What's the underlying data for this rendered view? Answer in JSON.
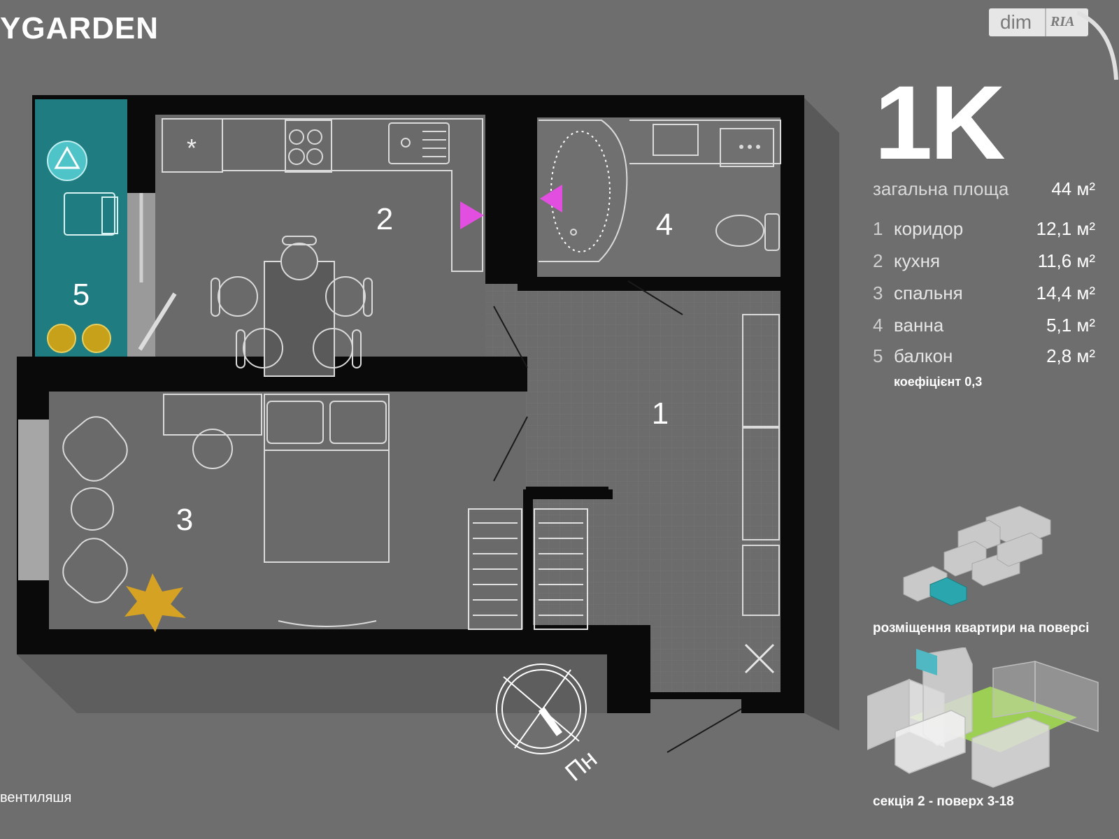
{
  "brand": "YGARDEN",
  "watermark": {
    "left": "dim",
    "right": "RIA"
  },
  "apartment": {
    "type": "1K",
    "total_label": "загальна площа",
    "total_value": "44 м²",
    "rooms": [
      {
        "num": "1",
        "label": "коридор",
        "area": "12,1 м²"
      },
      {
        "num": "2",
        "label": "кухня",
        "area": "11,6 м²"
      },
      {
        "num": "3",
        "label": "спальня",
        "area": "14,4 м²"
      },
      {
        "num": "4",
        "label": "ванна",
        "area": "5,1 м²"
      },
      {
        "num": "5",
        "label": "балкон",
        "area": "2,8 м²"
      }
    ],
    "coefficient": "коефіцієнт 0,3"
  },
  "plan_labels": {
    "r1": "1",
    "r2": "2",
    "r3": "3",
    "r4": "4",
    "r5": "5"
  },
  "north_label": "Пн",
  "floor_location_caption": "розміщення квартири на поверсі",
  "section_caption": "секція 2 - поверх 3-18",
  "vent_label": "вентиляшя",
  "colors": {
    "background": "#6e6e6e",
    "wall": "#0a0a0a",
    "balcony": "#1f7c80",
    "door_marker": "#e24ee0",
    "highlight": "#4fa9b4",
    "yard": "#9ccf54",
    "plant": "#d6a224"
  }
}
